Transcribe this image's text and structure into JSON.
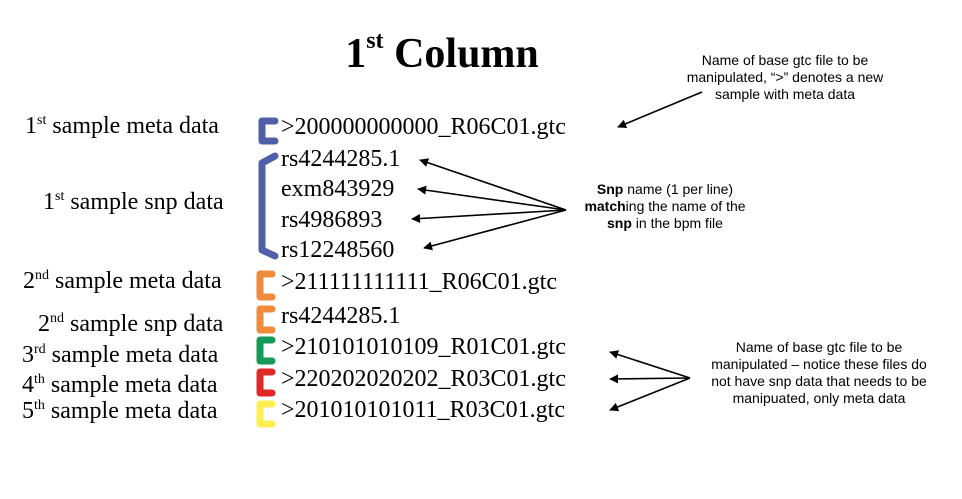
{
  "title": {
    "main": "1",
    "sup": "st",
    "rest": " Column"
  },
  "labels": [
    {
      "pre": "1",
      "sup": "st",
      "post": " sample meta data"
    },
    {
      "pre": "1",
      "sup": "st",
      "post": " sample snp data"
    },
    {
      "pre": "2",
      "sup": "nd",
      "post": " sample meta data"
    },
    {
      "pre": "2",
      "sup": "nd",
      "post": " sample snp data"
    },
    {
      "pre": "3",
      "sup": "rd",
      "post": " sample meta data"
    },
    {
      "pre": "4",
      "sup": "th",
      "post": " sample meta data"
    },
    {
      "pre": "5",
      "sup": "th",
      "post": " sample meta data"
    }
  ],
  "lines": [
    ">200000000000_R06C01.gtc",
    "rs4244285.1",
    "exm843929",
    "rs4986893",
    "rs12248560",
    ">211111111111_R06C01.gtc",
    "rs4244285.1",
    ">210101010109_R01C01.gtc",
    ">220202020202_R03C01.gtc",
    ">201010101011_R03C01.gtc"
  ],
  "notes": {
    "top": {
      "line1": "Name of base gtc file to be",
      "line2": "manipulated, “>” denotes a new",
      "line3": "sample with meta data"
    },
    "middle": {
      "l1_bold": "Snp",
      "l1_rest": " name (1 per line)",
      "l2_bold": "match",
      "l2_rest": "ing the name of the",
      "l3_bold": "snp",
      "l3_rest": " in the bpm file"
    },
    "bottom": {
      "line1": "Name of base gtc file to be",
      "line2": "manipulated – notice these files do",
      "line3": "not have snp data that needs to be",
      "line4": "manipuated, only meta data"
    }
  },
  "colors": {
    "sample1": "#5060a8",
    "sample2": "#f08a3c",
    "sample3": "#159a58",
    "sample4": "#e02828",
    "sample5": "#ffee50",
    "arrow": "#000000"
  }
}
